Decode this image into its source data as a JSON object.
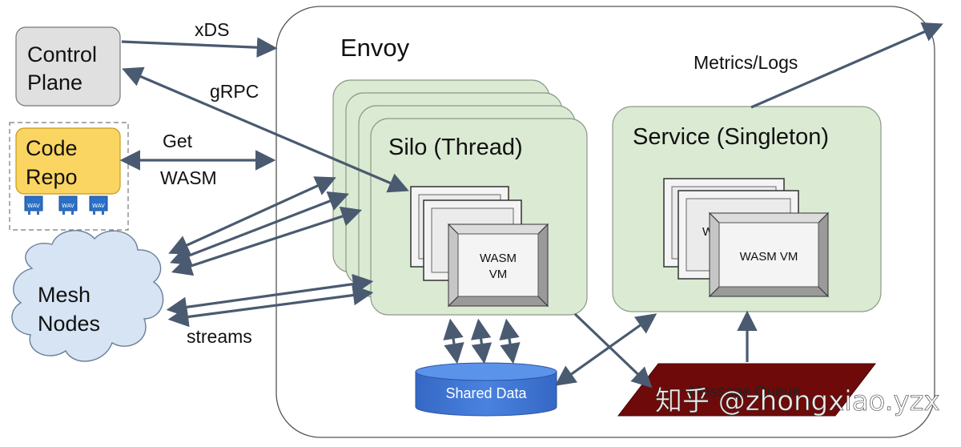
{
  "envoy": {
    "title": "Envoy"
  },
  "control_plane": {
    "line1": "Control",
    "line2": "Plane"
  },
  "code_repo": {
    "line1": "Code",
    "line2": "Repo",
    "wasm_icon_label": "WAV"
  },
  "mesh_nodes": {
    "line1": "Mesh",
    "line2": "Nodes"
  },
  "silo": {
    "title": "Silo (Thread)",
    "vm_line1": "WASM",
    "vm_line2": "VM"
  },
  "service": {
    "title": "Service (Singleton)",
    "vm_label": "WASM VM",
    "vm_back_label": "W"
  },
  "shared_data": {
    "label": "Shared Data"
  },
  "message_queue": {
    "label": "Message Queue"
  },
  "edge_labels": {
    "xds": "xDS",
    "grpc": "gRPC",
    "get": "Get",
    "wasm": "WASM",
    "streams": "streams",
    "metrics_logs": "Metrics/Logs"
  },
  "watermark": "知乎 @zhongxiao.yzx",
  "colors": {
    "silo_green": "#dbead3",
    "code_repo_yellow": "#fbd561",
    "control_plane_gray": "#e0e0e0",
    "shared_data_blue": "#3f74d0",
    "message_queue_red": "#6e0a0a",
    "cloud_blue": "#d6e4f3",
    "arrow": "#4a5a70"
  }
}
